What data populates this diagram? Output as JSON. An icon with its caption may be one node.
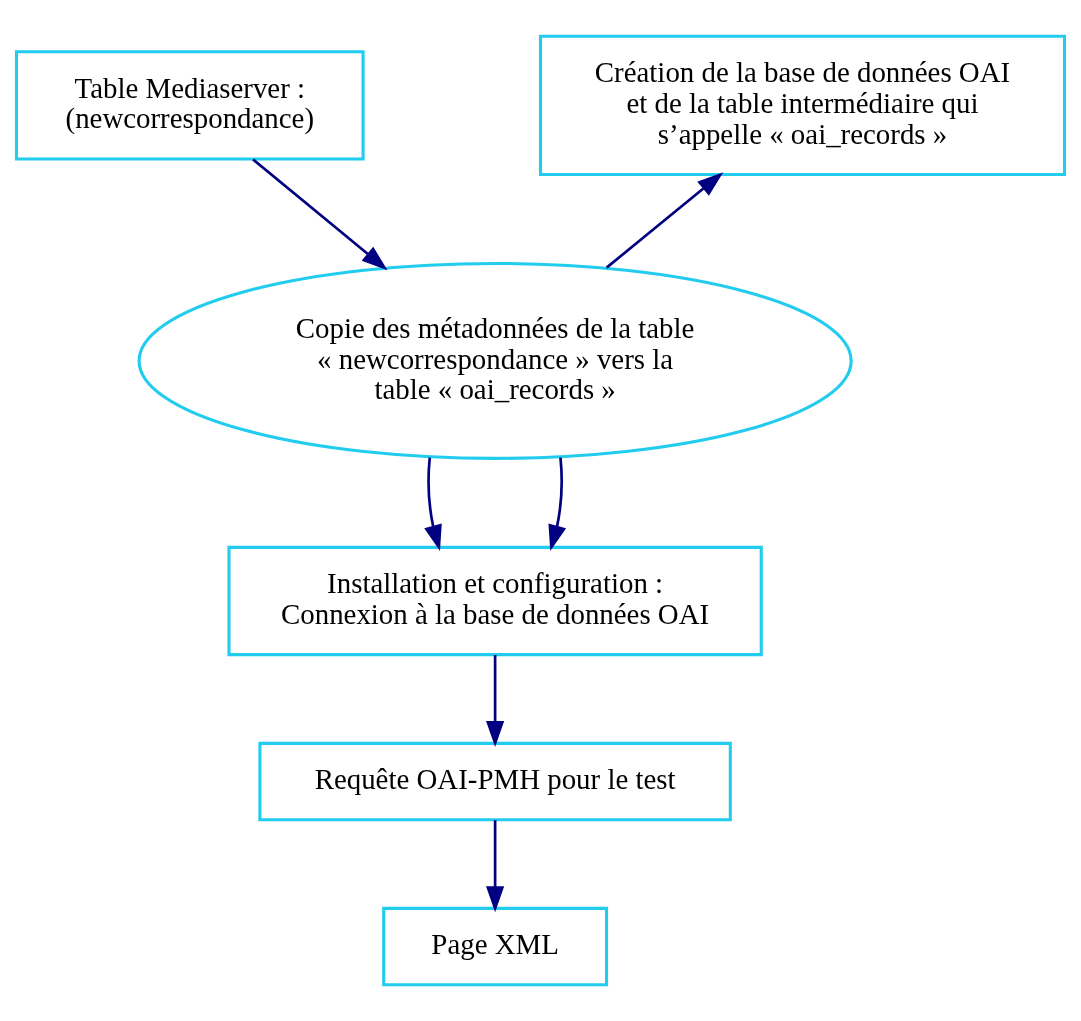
{
  "diagram": {
    "nodes": [
      {
        "text": [
          "Table Mediaserver : (newcorrespondance)"
        ]
      },
      {
        "text": [
          "Création de la base de données OAI et de la table intermédiaire qui s’appelle « oai_records »"
        ]
      },
      {
        "text": [
          "Copie des métadonnées de la table « newcorrespondance » vers la table « oai_records »"
        ]
      },
      {
        "text": [
          "Installation et configuration : Connexion à la base de données OAI"
        ]
      },
      {
        "text": [
          "Requête OAI-PMH pour le test"
        ]
      },
      {
        "text": [
          "Page XML"
        ]
      }
    ],
    "edges": [
      {
        "from": 0,
        "to": 2,
        "arrow": "to"
      },
      {
        "from": 2,
        "to": 1,
        "arrow": "to"
      },
      {
        "from": 2,
        "to": 3,
        "arrow": "to"
      },
      {
        "from": 2,
        "to": 3,
        "arrow": "to"
      },
      {
        "from": 3,
        "to": 4,
        "arrow": "to"
      },
      {
        "from": 4,
        "to": 5,
        "arrow": "to"
      }
    ]
  }
}
